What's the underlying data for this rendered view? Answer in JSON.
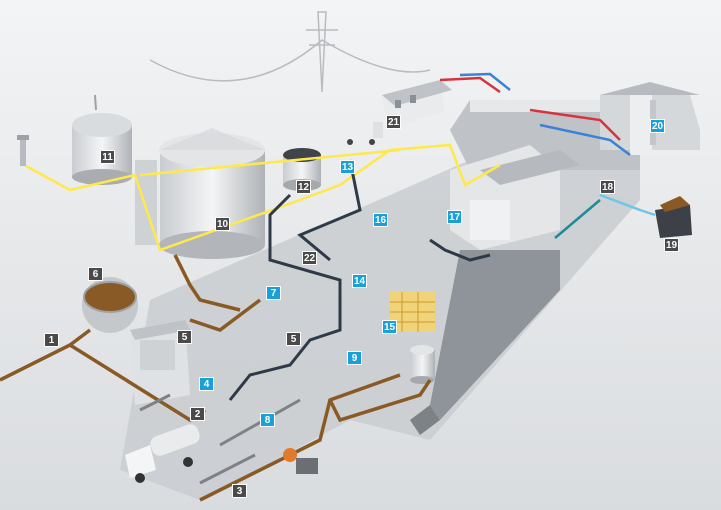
{
  "markers": [
    {
      "id": "m1",
      "text": "1",
      "style": "gray"
    },
    {
      "id": "m2",
      "text": "2",
      "style": "gray"
    },
    {
      "id": "m3",
      "text": "3",
      "style": "gray"
    },
    {
      "id": "m4",
      "text": "4",
      "style": "blue"
    },
    {
      "id": "m5a",
      "text": "5",
      "style": "gray"
    },
    {
      "id": "m5b",
      "text": "5",
      "style": "gray"
    },
    {
      "id": "m6",
      "text": "6",
      "style": "gray"
    },
    {
      "id": "m7",
      "text": "7",
      "style": "blue"
    },
    {
      "id": "m8",
      "text": "8",
      "style": "blue"
    },
    {
      "id": "m9",
      "text": "9",
      "style": "blue"
    },
    {
      "id": "m10",
      "text": "10",
      "style": "gray"
    },
    {
      "id": "m11",
      "text": "11",
      "style": "gray"
    },
    {
      "id": "m12",
      "text": "12",
      "style": "gray"
    },
    {
      "id": "m13",
      "text": "13",
      "style": "blue"
    },
    {
      "id": "m14",
      "text": "14",
      "style": "blue"
    },
    {
      "id": "m15",
      "text": "15",
      "style": "blue"
    },
    {
      "id": "m16",
      "text": "16",
      "style": "blue"
    },
    {
      "id": "m17",
      "text": "17",
      "style": "blue"
    },
    {
      "id": "m18",
      "text": "18",
      "style": "gray"
    },
    {
      "id": "m19",
      "text": "19",
      "style": "gray"
    },
    {
      "id": "m20",
      "text": "20",
      "style": "blue"
    },
    {
      "id": "m21",
      "text": "21",
      "style": "gray"
    },
    {
      "id": "m22",
      "text": "22",
      "style": "gray"
    }
  ],
  "colors": {
    "pipe_brown": "#8a5a26",
    "pipe_yellow": "#ffe84a",
    "pipe_dark": "#2f3a48",
    "pipe_red": "#d6333a",
    "pipe_blue": "#3a82d6",
    "pipe_teal": "#1f8a9a",
    "label_gray": "#4a4a4a",
    "label_blue": "#1aa0d8"
  }
}
